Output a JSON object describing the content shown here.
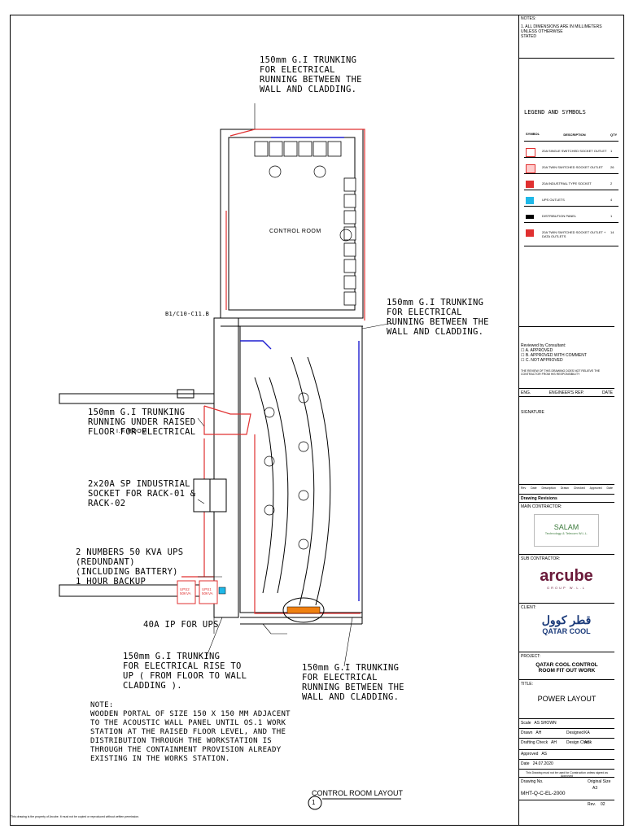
{
  "drawing": {
    "notes_top": [
      "150mm G.I TRUNKING",
      "FOR ELECTRICAL",
      "RUNNING BETWEEN THE",
      "WALL AND CLADDING."
    ],
    "notes_right": [
      "150mm G.I TRUNKING",
      "FOR ELECTRICAL",
      "RUNNING BETWEEN THE",
      "WALL AND CLADDING."
    ],
    "notes_raised_floor": [
      "150mm G.I TRUNKING",
      "RUNNING UNDER RAISED",
      "FLOOR FOR ELECTRICAL"
    ],
    "it_room": "I.T. ROOM",
    "notes_socket": [
      "2x20A SP INDUSTRIAL",
      "SOCKET FOR RACK-01 &",
      "RACK-02"
    ],
    "notes_ups": [
      "2 NUMBERS 50 KVA UPS",
      "(REDUNDANT)",
      "(INCLUDING BATTERY)",
      "1 HOUR BACKUP"
    ],
    "note_isolator": "40A IP FOR UPS",
    "notes_rise": [
      "150mm G.I TRUNKING",
      "FOR ELECTRICAL RISE TO",
      "UP ( FROM FLOOR TO WALL",
      "CLADDING )."
    ],
    "notes_bottom_right": [
      "150mm G.I TRUNKING",
      "FOR ELECTRICAL",
      "RUNNING BETWEEN THE",
      "WALL AND CLADDING."
    ],
    "note_block": [
      "NOTE:",
      "WOODEN PORTAL OF SIZE 150 X 150 MM ADJACENT",
      "TO THE ACOUSTIC WALL PANEL UNTIL OS.1 WORK",
      "STATION AT THE RAISED FLOOR LEVEL, AND THE",
      "DISTRIBUTION THROUGH THE WORKSTATION IS",
      "THROUGH THE CONTAINMENT PROVISION ALREADY",
      "EXISTING IN THE WORKS STATION."
    ],
    "control_room": "CONTROL ROOM",
    "ups1": "UPS2\n50KVA",
    "ups2": "UPS1\n50KVA",
    "circuit_label": "B1/C10-C11.B",
    "view_number": "1",
    "view_title": "CONTROL ROOM LAYOUT",
    "footer": "This drawing is the property of Arcube. It must not be copied or reproduced without written permission."
  },
  "title_block": {
    "notes_title": "NOTES:",
    "notes_text": "1. ALL DIMENSIONS ARE IN MILLIMETERS UNLESS OTHERWISE\n   STATED",
    "legend_title": "LEGEND AND SYMBOLS",
    "legend_headers": [
      "SYMBOL",
      "DESCRIPTION",
      "QTY"
    ],
    "legend": [
      {
        "desc": "20A SINGLE SWITCHED SOCKET OUTLET",
        "qty": "1",
        "color": "#e03030"
      },
      {
        "desc": "20A TWIN SWITCHED SOCKET OUTLET",
        "qty": "26",
        "color": "#e03030"
      },
      {
        "desc": "20A INDUSTRIAL TYPE SOCKET",
        "qty": "2",
        "color": "#e03030"
      },
      {
        "desc": "UPS OUTLETS",
        "qty": "4",
        "color": "#1fb8e8"
      },
      {
        "desc": "DISTRIBUTION PANEL",
        "qty": "1",
        "color": "#000000"
      },
      {
        "desc": "20A TWIN SWITCHED SOCKET OUTLET + DATA OUTLETS",
        "qty": "14",
        "color": "#e03030"
      }
    ],
    "review_title": "Reviewed by Consultant:",
    "review_options": [
      "A. APPROVED",
      "B. APPROVED WITH COMMENT",
      "C. NOT APPROVED"
    ],
    "review_note": "THE REVIEW OF THIS DRAWING DOES NOT RELIEVE THE CONTRACTOR FROM HIS RESPONSIBILITY",
    "sign_headers": [
      "ENG.",
      "ENGINEER'S REP.",
      "DATE"
    ],
    "signature": "SIGNATURE",
    "rev_headers": [
      "Rev",
      "Date",
      "Description",
      "Drawn",
      "Checked",
      "Approved",
      "Date"
    ],
    "revisions_title": "Drawing Revisions",
    "main_contractor_label": "MAIN CONTRACTOR:",
    "main_contractor": "SALAM",
    "main_contractor_sub": "Technology & Telecom W.L.L.",
    "sub_contractor_label": "SUB CONTRACTOR:",
    "sub_contractor": "arcube",
    "sub_contractor_sub": "GROUP W.L.L",
    "client_label": "CLIENT:",
    "client": "QATAR COOL",
    "client_ar": "قطر كوول",
    "project_label": "PROJECT:",
    "project": "QATAR COOL CONTROL\nROOM FIT OUT WORK",
    "title_label": "TITLE:",
    "title": "POWER LAYOUT",
    "fields": [
      {
        "label": "Scale",
        "value": "AS SHOWN"
      },
      {
        "label": "Drawn",
        "value": "AH"
      },
      {
        "label": "Drafting Check",
        "value": "AH"
      },
      {
        "label": "Approved",
        "value": "AS"
      },
      {
        "label": "Date",
        "value": "24.07.2020"
      }
    ],
    "designed_label": "Designed",
    "designed": "KA",
    "design_check_label": "Design Check",
    "design_check": "AS",
    "construction_note": "This Drawing must not be used for Construction unless signed as Approved",
    "drawing_no_label": "Drawing No.",
    "drawing_no": "MHT-Q-C-EL-2000",
    "original_size_label": "Original Size",
    "original_size": "A3",
    "rev_label": "Rev.",
    "rev": "02"
  },
  "colors": {
    "trunking_red": "#e03030",
    "cable_blue": "#1f1fd0",
    "ups_cyan": "#1fb8e8",
    "orange": "#f08010"
  }
}
